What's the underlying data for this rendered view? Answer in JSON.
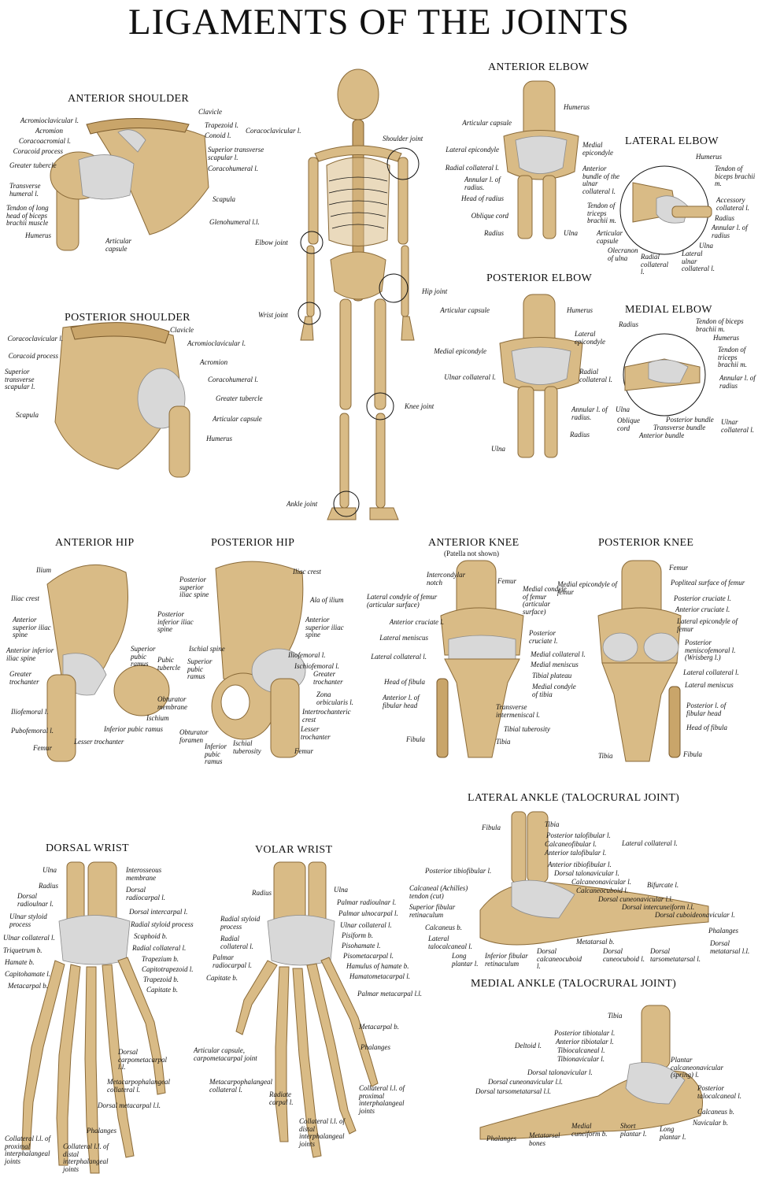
{
  "title": "LIGAMENTS OF THE JOINTS",
  "skeleton": {
    "labels": [
      "Shoulder joint",
      "Elbow joint",
      "Hip joint",
      "Wrist joint",
      "Knee joint",
      "Ankle joint"
    ]
  },
  "anterior_shoulder": {
    "title": "ANTERIOR SHOULDER",
    "labels": [
      "Acromioclavicular l.",
      "Acromion",
      "Coracoacromial l.",
      "Coracoid process",
      "Greater tubercle",
      "Transverse humeral l.",
      "Tendon of long head of biceps brachii muscle",
      "Humerus",
      "Clavicle",
      "Trapezoid l.",
      "Conoid l.",
      "Coracoclavicular l.",
      "Superior transverse scapular l.",
      "Coracohumeral l.",
      "Scapula",
      "Glenohumeral l.l.",
      "Articular capsule"
    ]
  },
  "posterior_shoulder": {
    "title": "POSTERIOR SHOULDER",
    "labels": [
      "Coracoclavicular l.",
      "Coracoid process",
      "Superior transverse scapular l.",
      "Scapula",
      "Clavicle",
      "Acromioclavicular l.",
      "Acromion",
      "Coracohumeral l.",
      "Greater tubercle",
      "Articular capsule",
      "Humerus"
    ]
  },
  "anterior_elbow": {
    "title": "ANTERIOR ELBOW",
    "labels": [
      "Humerus",
      "Articular capsule",
      "Lateral epicondyle",
      "Radial collateral l.",
      "Annular l. of radius.",
      "Head of radius",
      "Oblique cord",
      "Radius",
      "Medial epicondyle",
      "Anterior bundle of the ulnar collateral l.",
      "Ulna"
    ]
  },
  "lateral_elbow": {
    "title": "LATERAL ELBOW",
    "labels": [
      "Humerus",
      "Tendon of biceps brachii m.",
      "Tendon of triceps brachii m.",
      "Accessory collateral l.",
      "Radius",
      "Annular l. of radius",
      "Ulna",
      "Articular capsule",
      "Olecranon of ulna",
      "Radial collateral l.",
      "Lateral ulnar collateral l."
    ]
  },
  "posterior_elbow": {
    "title": "POSTERIOR ELBOW",
    "labels": [
      "Articular capsule",
      "Humerus",
      "Lateral epicondyle",
      "Medial epicondyle",
      "Ulnar collateral l.",
      "Radial collateral l.",
      "Annular l. of radius.",
      "Radius",
      "Ulna"
    ]
  },
  "medial_elbow": {
    "title": "MEDIAL ELBOW",
    "labels": [
      "Radius",
      "Tendon of biceps brachii m.",
      "Humerus",
      "Tendon of triceps brachii m.",
      "Annular l. of radius",
      "Ulna",
      "Oblique cord",
      "Posterior bundle",
      "Transverse bundle",
      "Anterior bundle",
      "Ulnar collateral l."
    ]
  },
  "anterior_hip": {
    "title": "ANTERIOR HIP",
    "labels": [
      "Ilium",
      "Iliac crest",
      "Anterior superior iliac spine",
      "Anterior inferior iliac spine",
      "Greater trochanter",
      "Iliofemoral l.",
      "Pubofemoral l.",
      "Femur",
      "Posterior inferior iliac spine",
      "Superior pubic ramus",
      "Pubic tubercle",
      "Obturator membrane",
      "Ischium",
      "Inferior pubic ramus",
      "Lesser trochanter"
    ]
  },
  "posterior_hip": {
    "title": "POSTERIOR HIP",
    "labels": [
      "Posterior superior iliac spine",
      "Iliac crest",
      "Ala of ilium",
      "Anterior superior iliac spine",
      "Ischial spine",
      "Superior pubic ramus",
      "Iliofemoral l.",
      "Ischiofemoral l.",
      "Greater trochanter",
      "Zona orbicularis l.",
      "Intertrochanteric crest",
      "Lesser trochanter",
      "Obturator foramen",
      "Inferior pubic ramus",
      "Ischial tuberosity",
      "Femur"
    ]
  },
  "anterior_knee": {
    "title": "ANTERIOR KNEE",
    "subtitle": "(Patella not shown)",
    "labels": [
      "Intercondylar notch",
      "Lateral condyle of femur (articular surface)",
      "Anterior cruciate l.",
      "Lateral meniscus",
      "Lateral collateral l.",
      "Head of fibula",
      "Anterior l. of fibular head",
      "Fibula",
      "Femur",
      "Medial condyle of femur (articular surface)",
      "Posterior cruciate l.",
      "Medial collateral l.",
      "Medial meniscus",
      "Tibial plateau",
      "Medial condyle of tibia",
      "Transverse intermeniscal l.",
      "Tibial tuberosity",
      "Tibia"
    ]
  },
  "posterior_knee": {
    "title": "POSTERIOR KNEE",
    "labels": [
      "Medial epicondyle of femur",
      "Femur",
      "Popliteal surface of femur",
      "Posterior cruciate l.",
      "Anterior cruciate l.",
      "Lateral epicondyle of femur",
      "Posterior meniscofemoral l. (Wrisberg l.)",
      "Lateral collateral l.",
      "Lateral meniscus",
      "Posterior l. of fibular head",
      "Head of fibula",
      "Tibia",
      "Fibula"
    ]
  },
  "lateral_ankle": {
    "title": "LATERAL ANKLE (TALOCRURAL JOINT)",
    "labels": [
      "Fibula",
      "Tibia",
      "Posterior talofibular l.",
      "Calcaneofibular l.",
      "Anterior talofibular l.",
      "Lateral collateral l.",
      "Posterior tibiofibular l.",
      "Anterior tibiofibular l.",
      "Dorsal talonavicular l.",
      "Calcaneonavicular l.",
      "Calcaneocuboid l.",
      "Bifurcate l.",
      "Dorsal cuneonavicular l.l.",
      "Dorsal intercuneiform l.l.",
      "Dorsal cuboideonavicular l.",
      "Calcaneal (Achilles) tendon (cut)",
      "Superior fibular retinaculum",
      "Calcaneus b.",
      "Lateral talocalcaneal l.",
      "Long plantar l.",
      "Inferior fibular retinaculum",
      "Dorsal calcaneocuboid l.",
      "Metatarsal b.",
      "Dorsal cuneocuboid l.",
      "Dorsal tarsometatarsal l.",
      "Phalanges",
      "Dorsal metatarsal l.l."
    ]
  },
  "medial_ankle": {
    "title": "MEDIAL ANKLE (TALOCRURAL JOINT)",
    "labels": [
      "Tibia",
      "Deltoid l.",
      "Posterior tibiotalar l.",
      "Anterior tibiotalar l.",
      "Tibiocalcaneal l.",
      "Tibionavicular l.",
      "Plantar calcaneonavicular (spring) l.",
      "Dorsal talonavicular l.",
      "Dorsal cuneonavicular l.l.",
      "Dorsal tarsometatarsal l.l.",
      "Posterior talocalcaneal l.",
      "Calcaneus b.",
      "Navicular b.",
      "Phalanges",
      "Metatarsal bones",
      "Medial cuneiform b.",
      "Short plantar l.",
      "Long plantar l."
    ]
  },
  "dorsal_wrist": {
    "title": "DORSAL WRIST",
    "labels": [
      "Ulna",
      "Radius",
      "Dorsal radioulnar l.",
      "Ulnar styloid process",
      "Ulnar collateral l.",
      "Triquetrum b.",
      "Hamate b.",
      "Capitohamate l.",
      "Metacarpal b.",
      "Interosseous membrane",
      "Dorsal radiocarpal l.",
      "Dorsal intercarpal l.",
      "Radial styloid process",
      "Scaphoid b.",
      "Radial collateral l.",
      "Trapezium b.",
      "Capitotrapezoid l.",
      "Trapezoid b.",
      "Capitate b.",
      "Dorsal carpometacarpal l.l.",
      "Metacarpophalangeal collateral l.",
      "Dorsal metacarpal l.l.",
      "Collateral l.l. of proximal interphalangeal joints",
      "Collateral l.l. of distal interphalangeal joints",
      "Phalanges"
    ]
  },
  "volar_wrist": {
    "title": "VOLAR WRIST",
    "labels": [
      "Radius",
      "Radial styloid process",
      "Radial collateral l.",
      "Palmar radiocarpal l.",
      "Capitate b.",
      "Ulna",
      "Palmar radioulnar l.",
      "Palmar ulnocarpal l.",
      "Ulnar collateral l.",
      "Pisiform b.",
      "Pisohamate l.",
      "Pisometacarpal l.",
      "Hamulus of hamate b.",
      "Hamatometacarpal l.",
      "Palmar metacarpal l.l.",
      "Metacarpal b.",
      "Phalanges",
      "Articular capsule, carpometacarpal joint",
      "Metacarpophalangeal collateral l.",
      "Radiate carpal l.",
      "Collateral l.l. of distal interphalangeal joints",
      "Collateral l.l. of proximal interphalangeal joints"
    ]
  },
  "colors": {
    "bone": "#d9bb86",
    "bone_dark": "#c9a56a",
    "ligament": "#d8d8d8",
    "text": "#111111"
  }
}
